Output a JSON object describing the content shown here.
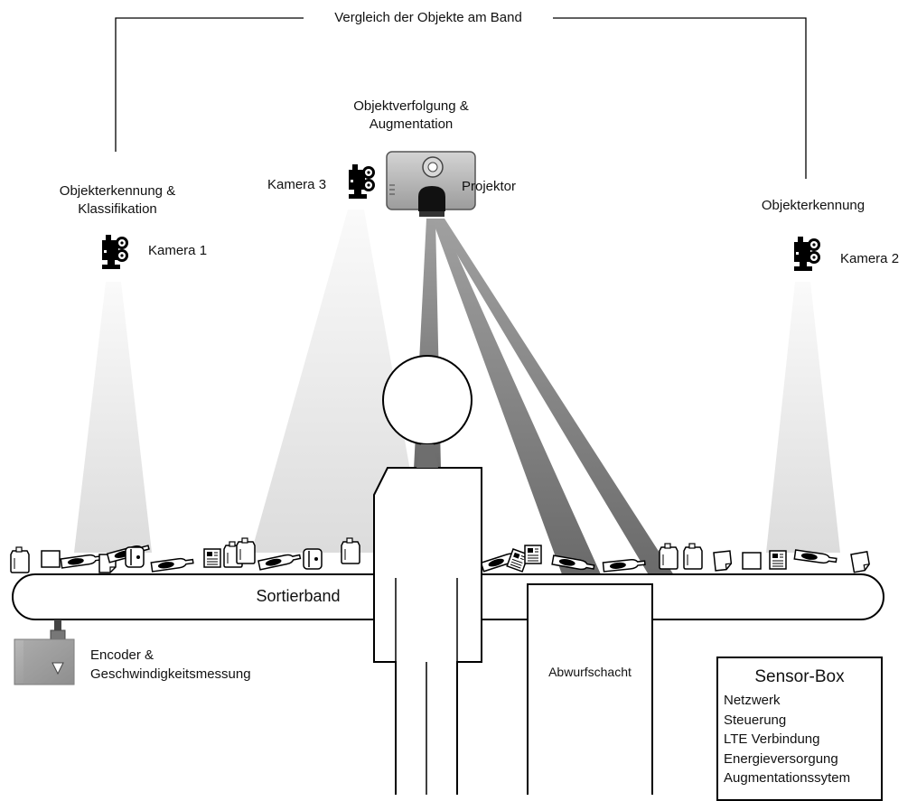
{
  "labels": {
    "comparison": "Vergleich der Objekte am Band",
    "tracking_line1": "Objektverfolgung &",
    "tracking_line2": "Augmentation",
    "classification_line1": "Objekterkennung &",
    "classification_line2": "Klassifikation",
    "recognition": "Objekterkennung",
    "camera1": "Kamera 1",
    "camera2": "Kamera 2",
    "camera3": "Kamera 3",
    "projector": "Projektor",
    "belt": "Sortierband",
    "encoder_line1": "Encoder &",
    "encoder_line2": "Geschwindigkeitsmessung",
    "chute": "Abwurfschacht"
  },
  "sensor_box": {
    "title": "Sensor-Box",
    "items": [
      "Netzwerk",
      "Steuerung",
      "LTE Verbindung",
      "Energieversorgung",
      "Augmentationssytem"
    ]
  },
  "icons": {
    "camera": "camera-icon",
    "projector": "projector-icon",
    "encoder": "encoder-icon",
    "person": "person-figure"
  },
  "colors": {
    "ink": "#000000",
    "device_gray": "#a8a8a8",
    "beam_light": "#e6e6e6",
    "beam_dark": "#7a7a7a"
  }
}
